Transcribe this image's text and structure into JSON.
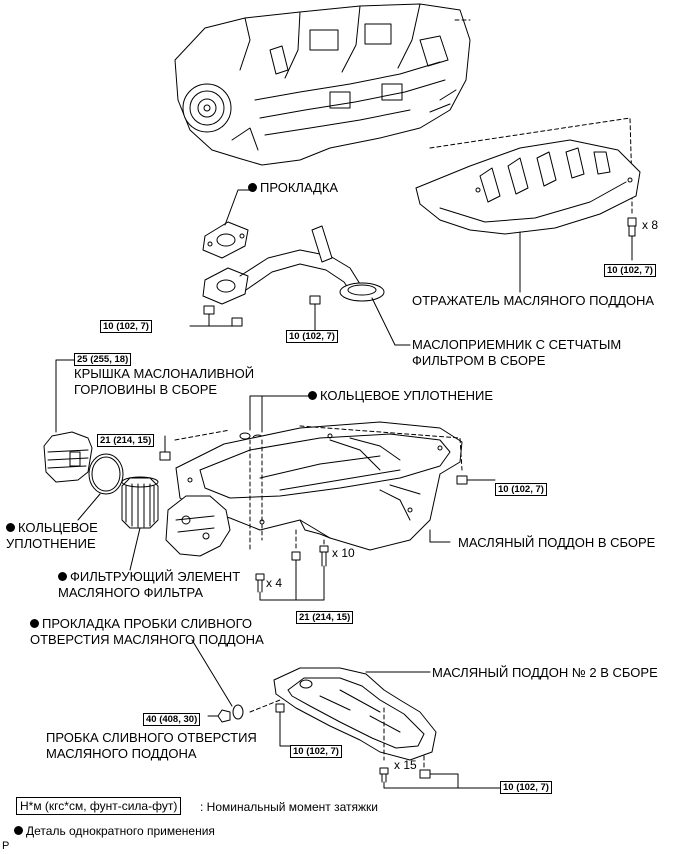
{
  "labels": {
    "gasket_pipe": "ПРОКЛАДКА",
    "oil_deflector": "ОТРАЖАТЕЛЬ МАСЛЯНОГО ПОДДОНА",
    "strainer": "МАСЛОПРИЕМНИК С СЕТЧАТЫМ\nФИЛЬТРОМ В СБОРЕ",
    "filler_cap": "КРЫШКА МАСЛОНАЛИВНОЙ\nГОРЛОВИНЫ В СБОРЕ",
    "o_ring_top": "КОЛЬЦЕВОЕ УПЛОТНЕНИЕ",
    "o_ring_left": "КОЛЬЦЕВОЕ\nУПЛОТНЕНИЕ",
    "filter_element": "ФИЛЬТРУЮЩИЙ ЭЛЕМЕНТ\nМАСЛЯНОГО ФИЛЬТРА",
    "oil_pan": "МАСЛЯНЫЙ ПОДДОН В СБОРЕ",
    "drain_gasket": "ПРОКЛАДКА ПРОБКИ СЛИВНОГО\nОТВЕРСТИЯ МАСЛЯНОГО ПОДДОНА",
    "oil_pan_2": "МАСЛЯНЫЙ ПОДДОН № 2 В СБОРЕ",
    "drain_plug": "ПРОБКА СЛИВНОГО ОТВЕРСТИЯ\nМАСЛЯНОГО ПОДДОНА"
  },
  "torques": {
    "t_deflector": "10 (102, 7)",
    "t_gasket_bolts": "10 (102, 7)",
    "t_strainer": "10 (102, 7)",
    "t_filler": "25 (255, 18)",
    "t_pan_left": "21 (214, 15)",
    "t_pan_right": "10 (102, 7)",
    "t_pan_bottom": "21 (214, 15)",
    "t_drain": "40 (408, 30)",
    "t_pan2_left": "10 (102, 7)",
    "t_pan2_right": "10 (102, 7)"
  },
  "multipliers": {
    "m8": "x 8",
    "m10": "x 10",
    "m4": "x 4",
    "m15": "x 15"
  },
  "legend": {
    "torque_box": "Н*м (кгс*см, фунт-сила-фут)",
    "torque_desc": ": Номинальный момент затяжки",
    "nonreusable": "Деталь однократного применения"
  },
  "corner_mark": "P"
}
